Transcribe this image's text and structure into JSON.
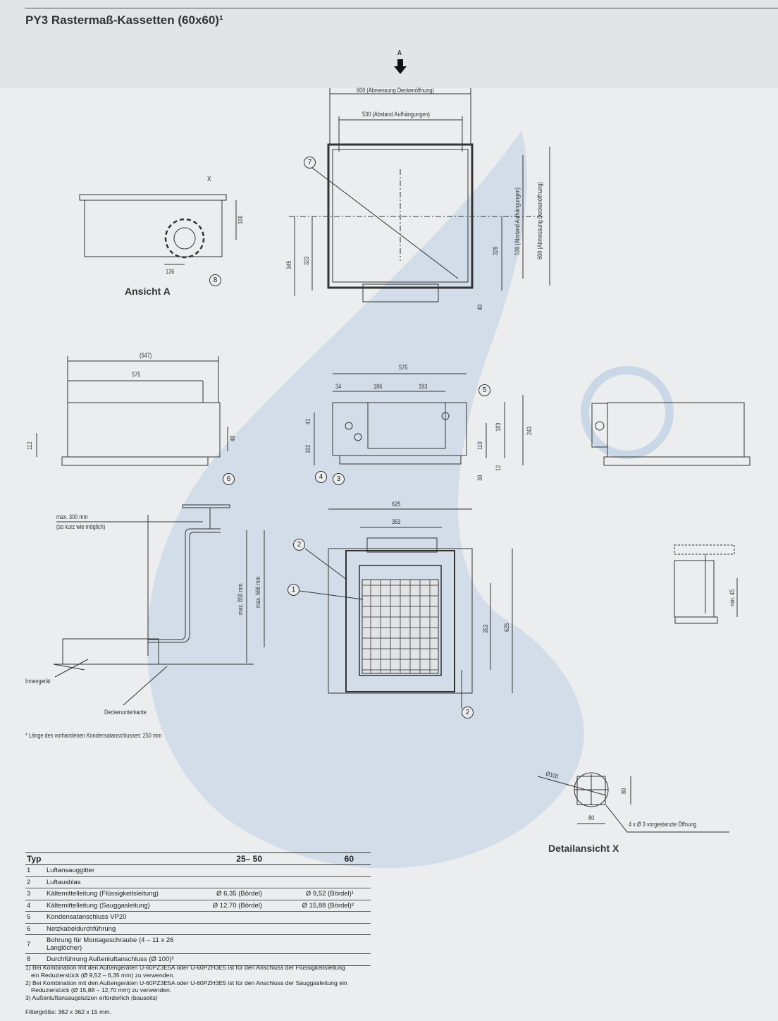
{
  "title": "PY3 Rastermaß-Kassetten (60x60)¹",
  "top_view": {
    "arrow_label": "A",
    "w600": "600 (Abmessung Deckenöffnung)",
    "w530": "530 (Abstand Aufhängungen)",
    "h345": "345",
    "h323": "323",
    "h328": "328",
    "h530": "530 (Abstand Aufhängungen)",
    "h600": "600 (Abmessung Deckenöffnung)",
    "h40": "40",
    "callout7": "7"
  },
  "view_a": {
    "x_label": "X",
    "h166": "166",
    "w136": "136",
    "callout8": "8",
    "caption": "Ansicht A"
  },
  "side_left": {
    "w647": "(647)",
    "w575": "575",
    "h112": "112",
    "h48": "48",
    "callout6": "6"
  },
  "side_mid": {
    "w575": "575",
    "w34": "34",
    "w186": "186",
    "w193": "193",
    "h41": "41",
    "h102": "102",
    "h110": "110",
    "h183": "183",
    "h243": "243",
    "h12": "12",
    "h30": "30",
    "callout5": "5",
    "callout4": "4",
    "callout3": "3"
  },
  "install": {
    "max300": "max. 300 mm",
    "short": "(so kurz wie möglich)",
    "max850": "max. 850 mm",
    "max666": "max. 666 mm",
    "indoor": "Innengerät",
    "ceiling": "Deckenunterkante",
    "footnote": "* Länge des vorhandenen Kondensatanschlusses: 250 mm"
  },
  "bottom_view": {
    "w625": "625",
    "w353": "353",
    "h353": "353",
    "h625": "625",
    "callout1": "1",
    "callout2": "2"
  },
  "detail_right": {
    "min45": "min. 45"
  },
  "detail_x": {
    "dia": "Ø100",
    "h80": "80",
    "w80": "80",
    "holes": "4 x Ø 3 vorgestanzte Öffnung",
    "caption": "Detailansicht X"
  },
  "table": {
    "headers": [
      "Typ",
      "25– 50",
      "60"
    ],
    "rows": [
      {
        "n": "1",
        "label": "Luftansauggitter",
        "a": "",
        "b": ""
      },
      {
        "n": "2",
        "label": "Luftausblas",
        "a": "",
        "b": ""
      },
      {
        "n": "3",
        "label": "Kältemittelleitung (Flüssigkeitsleitung)",
        "a": "Ø 6,35 (Bördel)",
        "b": "Ø 9,52 (Bördel)¹"
      },
      {
        "n": "4",
        "label": "Kältemittelleitung (Sauggasleitung)",
        "a": "Ø 12,70 (Bördel)",
        "b": "Ø 15,88 (Bördel)²"
      },
      {
        "n": "5",
        "label": "Kondensatanschluss VP20",
        "a": "",
        "b": ""
      },
      {
        "n": "6",
        "label": "Netzkabeldurchführung",
        "a": "",
        "b": ""
      },
      {
        "n": "7",
        "label": "Bohrung für Montageschraube (4 – 11 x 26 Langlöcher)",
        "a": "",
        "b": ""
      },
      {
        "n": "8",
        "label": "Durchführung Außenluftanschluss (Ø 100)³",
        "a": "",
        "b": ""
      }
    ]
  },
  "notes": [
    "1) Bei Kombination mit den Außengeräten U-60PZ3E5A oder U-60PZH3E5 ist für den Anschluss der Flüssigkeitsleitung",
    "ein Reduzierstück (Ø 9,52 – 6,35 mm) zu verwenden.",
    "2) Bei Kombination mit den Außengeräten U-60PZ3E5A oder U-60PZH3E5 ist für den Anschluss der Sauggasleitung ein",
    "Reduzierstück (Ø 15,88 – 12,70 mm) zu verwenden.",
    "3) Außenluftansaugstutzen erforderlich (bauseits)"
  ],
  "filter": "Filtergröße: 362 x 362 x 15 mm.",
  "colors": {
    "watermark": "#c9d6e6",
    "line": "#333333"
  }
}
